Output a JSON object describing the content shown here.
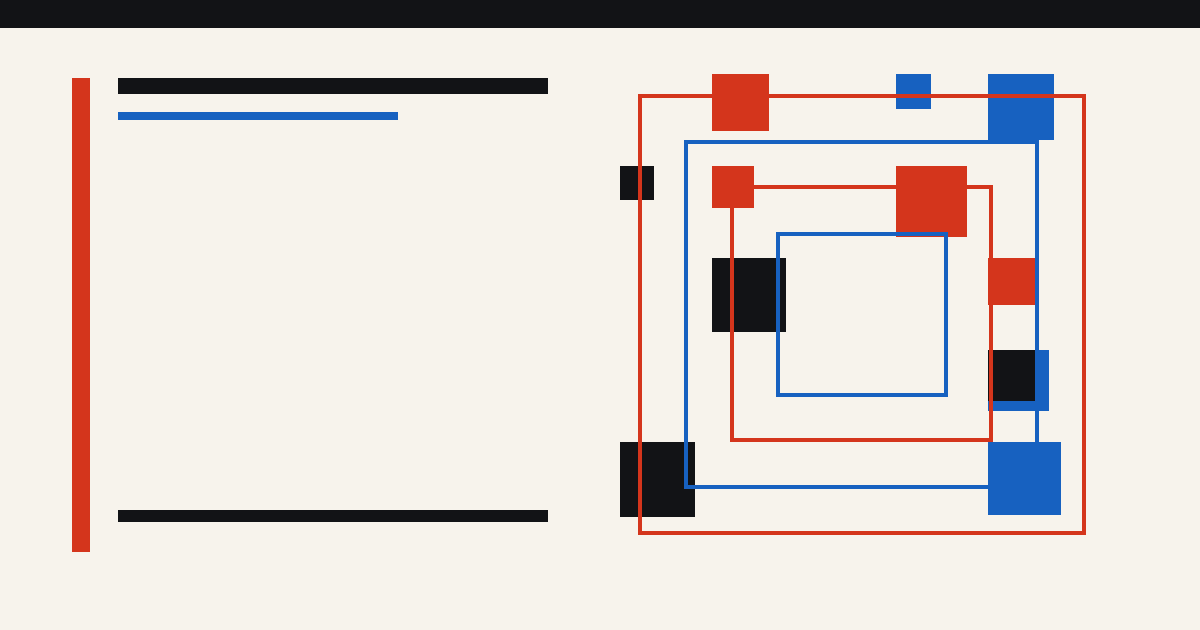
{
  "palette": {
    "background": "#f7f3ec",
    "ink": "#121316",
    "red": "#d4351c",
    "blue": "#1761c0"
  },
  "artwork": {
    "frames": [
      {
        "name": "outer-red-frame",
        "color": "red"
      },
      {
        "name": "blue-frame-large",
        "color": "blue"
      },
      {
        "name": "red-frame-medium",
        "color": "red"
      },
      {
        "name": "inner-blue-frame",
        "color": "blue"
      }
    ],
    "blocks": [
      {
        "name": "red-block-top",
        "color": "red"
      },
      {
        "name": "blue-block-top-small",
        "color": "blue"
      },
      {
        "name": "blue-block-top-right",
        "color": "blue"
      },
      {
        "name": "black-block-left-small",
        "color": "ink"
      },
      {
        "name": "red-block-mid-small",
        "color": "red"
      },
      {
        "name": "red-block-mid-large",
        "color": "red"
      },
      {
        "name": "black-block-center",
        "color": "ink"
      },
      {
        "name": "red-block-right",
        "color": "red"
      },
      {
        "name": "blue-block-right",
        "color": "blue"
      },
      {
        "name": "black-block-right-overlay",
        "color": "ink"
      },
      {
        "name": "black-block-bottom-left",
        "color": "ink"
      },
      {
        "name": "blue-block-bottom-right",
        "color": "blue"
      }
    ]
  }
}
